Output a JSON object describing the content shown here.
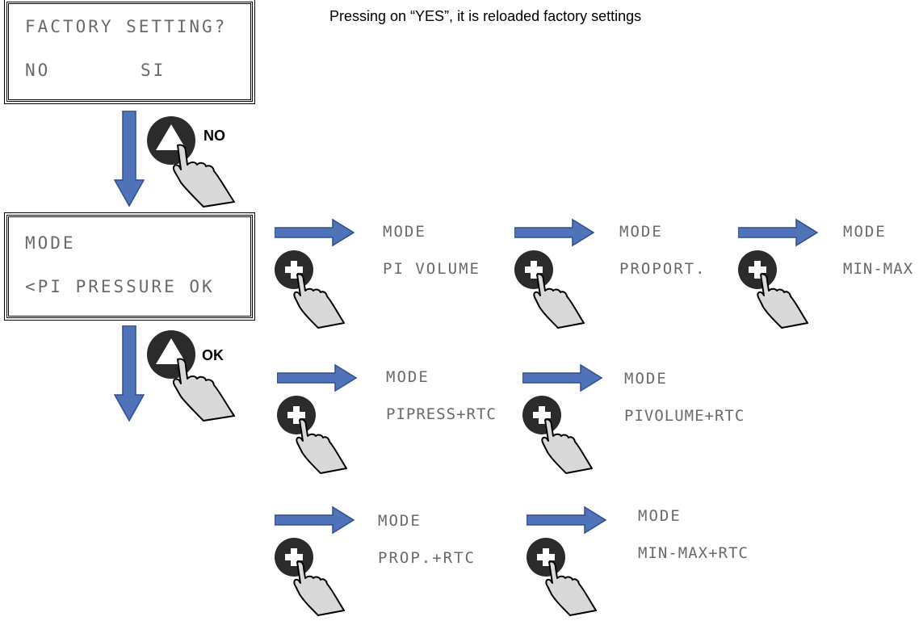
{
  "note": "Pressing on “YES”, it is reloaded factory settings",
  "factory_display": {
    "line1": "FACTORY SETTING?",
    "line2_left": "NO",
    "line2_right": "SI"
  },
  "mode_display": {
    "line1": "MODE",
    "line2": "<PI PRESSURE OK"
  },
  "button_labels": {
    "no": "NO",
    "ok": "OK"
  },
  "options": [
    {
      "line1": "MODE",
      "line2": "PI VOLUME"
    },
    {
      "line1": "MODE",
      "line2": "PROPORT."
    },
    {
      "line1": "MODE",
      "line2": "MIN-MAX"
    },
    {
      "line1": "MODE",
      "line2": "PIPRESS+RTC"
    },
    {
      "line1": "MODE",
      "line2": "PIVOLUME+RTC"
    },
    {
      "line1": "MODE",
      "line2": "PROP.+RTC"
    },
    {
      "line1": "MODE",
      "line2": "MIN-MAX+RTC"
    }
  ],
  "icons": {
    "arrow": "arrow-icon",
    "triangle_button": "triangle-button-icon",
    "plus_button": "plus-button-icon",
    "hand": "pointing-hand-icon"
  },
  "colors": {
    "arrow_fill": "#4f72b8",
    "arrow_stroke": "#2f4f8f",
    "button": "#2b2b2b",
    "hand": "#d9d9d9",
    "lcd_text": "#6a6a6a"
  }
}
